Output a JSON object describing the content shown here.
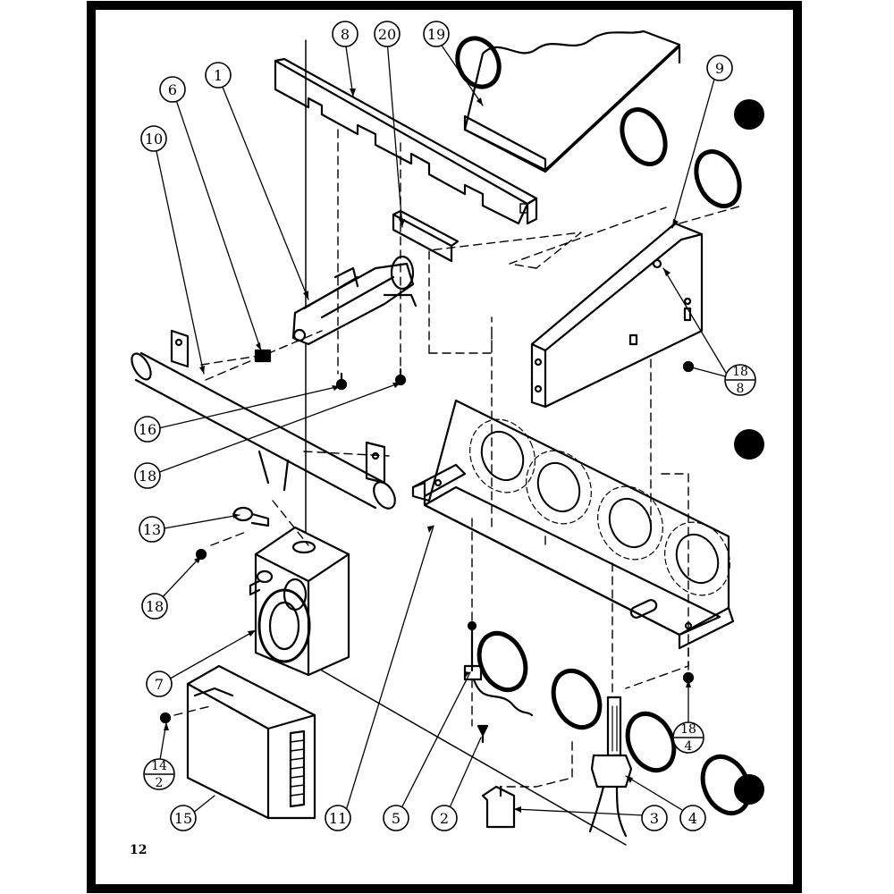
{
  "page": {
    "number": "12"
  },
  "callouts": [
    {
      "id": "c1",
      "label": "1"
    },
    {
      "id": "c2",
      "label": "2"
    },
    {
      "id": "c3",
      "label": "3"
    },
    {
      "id": "c4",
      "label": "4"
    },
    {
      "id": "c5",
      "label": "5"
    },
    {
      "id": "c6",
      "label": "6"
    },
    {
      "id": "c7",
      "label": "7"
    },
    {
      "id": "c8",
      "label": "8"
    },
    {
      "id": "c9",
      "label": "9"
    },
    {
      "id": "c10",
      "label": "10"
    },
    {
      "id": "c11",
      "label": "11"
    },
    {
      "id": "c13",
      "label": "13"
    },
    {
      "id": "c15",
      "label": "15"
    },
    {
      "id": "c16",
      "label": "16"
    },
    {
      "id": "c18a",
      "label": "18"
    },
    {
      "id": "c18b",
      "label": "18"
    },
    {
      "id": "c19",
      "label": "19"
    },
    {
      "id": "c20",
      "label": "20"
    }
  ],
  "fraction_callouts": [
    {
      "id": "f18_8",
      "top": "18",
      "bottom": "8"
    },
    {
      "id": "f18_4",
      "top": "18",
      "bottom": "4"
    },
    {
      "id": "f14_2",
      "top": "14",
      "bottom": "2"
    }
  ]
}
